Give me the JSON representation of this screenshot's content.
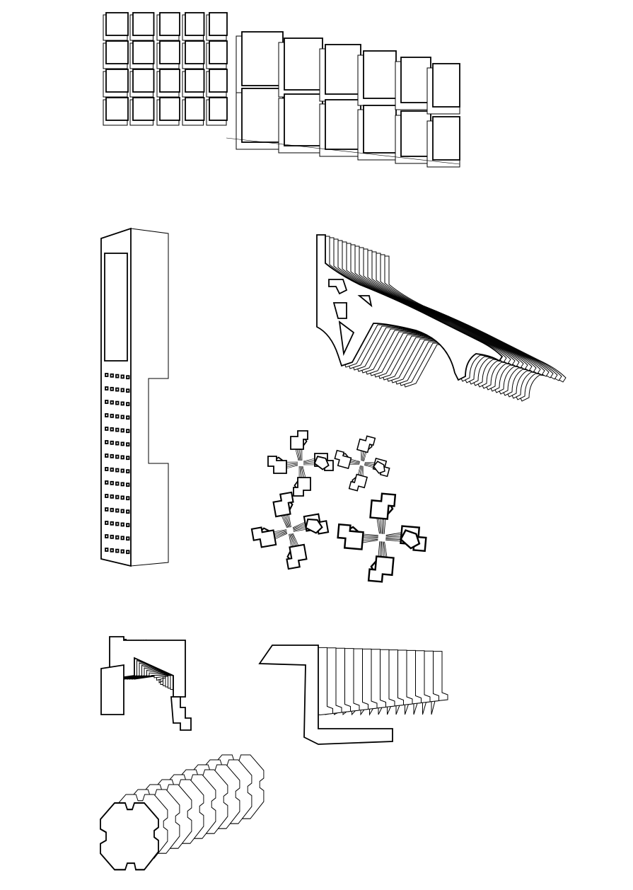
{
  "colors": {
    "background": "#ffffff",
    "line": "#000000"
  },
  "drawings": [
    {
      "id": "panel-grid",
      "subject": "modular-panel-wall"
    },
    {
      "id": "tower",
      "subject": "tall-tower"
    },
    {
      "id": "curved-extrusion",
      "subject": "curved-profile-extrusion"
    },
    {
      "id": "radial-cluster",
      "subject": "four-radial-forms"
    },
    {
      "id": "corner-stack",
      "subject": "nested-corner-profiles"
    },
    {
      "id": "l-extrusion",
      "subject": "l-profile-extrusion"
    },
    {
      "id": "octagon-extrusion",
      "subject": "notched-octagon-extrusion"
    }
  ]
}
